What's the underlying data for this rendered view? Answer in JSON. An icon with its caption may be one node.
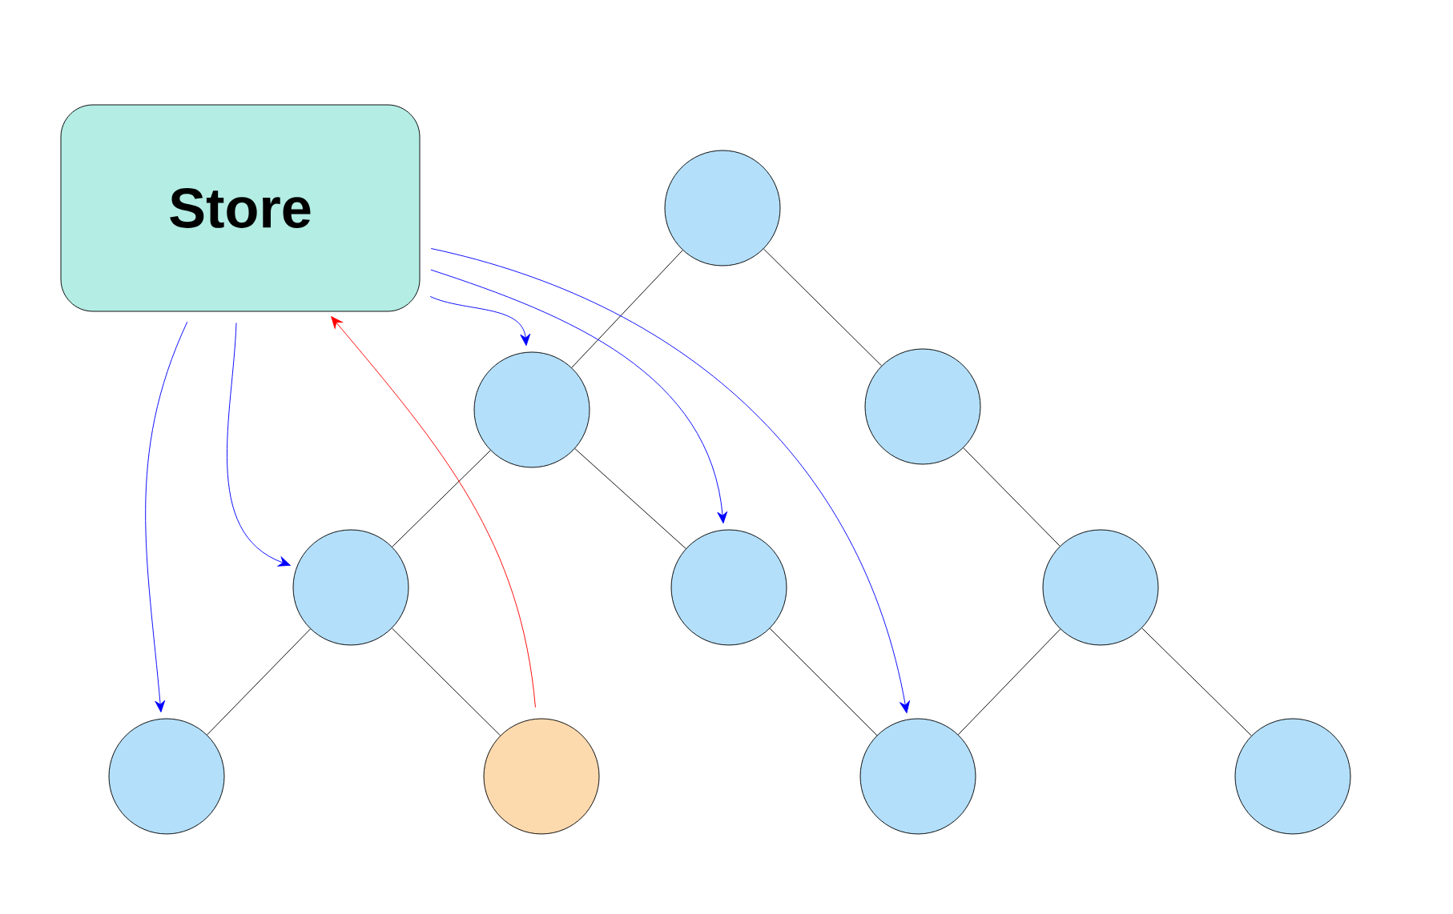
{
  "diagram": {
    "nodes": [
      {
        "text": [
          "Store"
        ]
      },
      {
        "text": [],
        "shape": "circle"
      },
      {
        "text": [],
        "shape": "circle"
      },
      {
        "text": [],
        "shape": "circle"
      },
      {
        "text": [],
        "shape": "circle"
      },
      {
        "text": [],
        "shape": "circle"
      },
      {
        "text": [],
        "shape": "circle"
      },
      {
        "text": [],
        "shape": "circle"
      },
      {
        "text": [],
        "shape": "circle"
      },
      {
        "text": [],
        "shape": "circle"
      },
      {
        "text": [],
        "shape": "circle"
      }
    ],
    "edges": [
      {
        "from": 1,
        "to": 2,
        "arrow": "none"
      },
      {
        "from": 1,
        "to": 3,
        "arrow": "none"
      },
      {
        "from": 2,
        "to": 4,
        "arrow": "none"
      },
      {
        "from": 2,
        "to": 5,
        "arrow": "none"
      },
      {
        "from": 3,
        "to": 6,
        "arrow": "none"
      },
      {
        "from": 4,
        "to": 7,
        "arrow": "none"
      },
      {
        "from": 4,
        "to": 8,
        "arrow": "none"
      },
      {
        "from": 5,
        "to": 9,
        "arrow": "none"
      },
      {
        "from": 6,
        "to": 9,
        "arrow": "none"
      },
      {
        "from": 6,
        "to": 10,
        "arrow": "none"
      },
      {
        "from": 0,
        "to": 7,
        "arrow": "to",
        "color": "#0000ff"
      },
      {
        "from": 0,
        "to": 4,
        "arrow": "to",
        "color": "#0000ff"
      },
      {
        "from": 0,
        "to": 2,
        "arrow": "to",
        "color": "#0000ff"
      },
      {
        "from": 0,
        "to": 5,
        "arrow": "to",
        "color": "#0000ff"
      },
      {
        "from": 0,
        "to": 9,
        "arrow": "to",
        "color": "#0000ff"
      },
      {
        "from": 8,
        "to": 0,
        "arrow": "to",
        "color": "#ff0000"
      }
    ]
  }
}
